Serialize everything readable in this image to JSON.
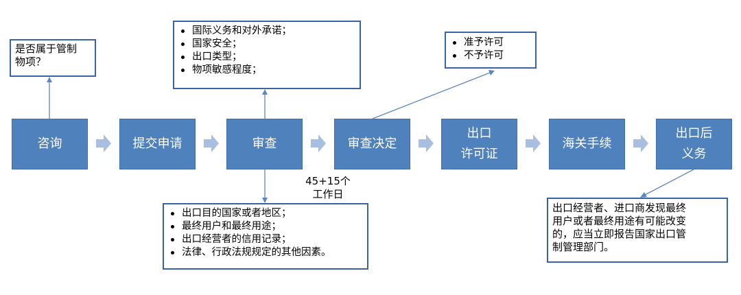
{
  "steps": [
    {
      "line1": "咨询",
      "line2": ""
    },
    {
      "line1": "提交申请",
      "line2": ""
    },
    {
      "line1": "审查",
      "line2": ""
    },
    {
      "line1": "审查决定",
      "line2": ""
    },
    {
      "line1": "出口",
      "line2": "许可证"
    },
    {
      "line1": "海关手续",
      "line2": ""
    },
    {
      "line1": "出口后",
      "line2": "义务"
    }
  ],
  "consult_question": {
    "line1": "是否属于管制",
    "line2": "物项？"
  },
  "review_factors_top": [
    "国际义务和对外承诺；",
    "国家安全；",
    "出口类型；",
    "物项敏感程度；"
  ],
  "review_factors_bottom": [
    "出口目的国家或者地区；",
    "最终用户和最终用途；",
    "出口经营者的信用记录；",
    "法律、行政法规规定的其他因素。"
  ],
  "decision_outcomes": [
    "准予许可",
    "不予许可"
  ],
  "review_time": {
    "line1": "45+15个",
    "line2": "工作日"
  },
  "post_export_obligation": {
    "line1": "出口经营者、进口商发现最终",
    "line2": "用户或者最终用途有可能改变",
    "line3": "的，应当立即报告国家出口管",
    "line4": "制管理部门。"
  },
  "colors": {
    "step_fill": "#4f81bd",
    "arrow_fill": "#a9bfdf",
    "callout_border": "#3b63a3",
    "connector": "#5b86c4"
  }
}
